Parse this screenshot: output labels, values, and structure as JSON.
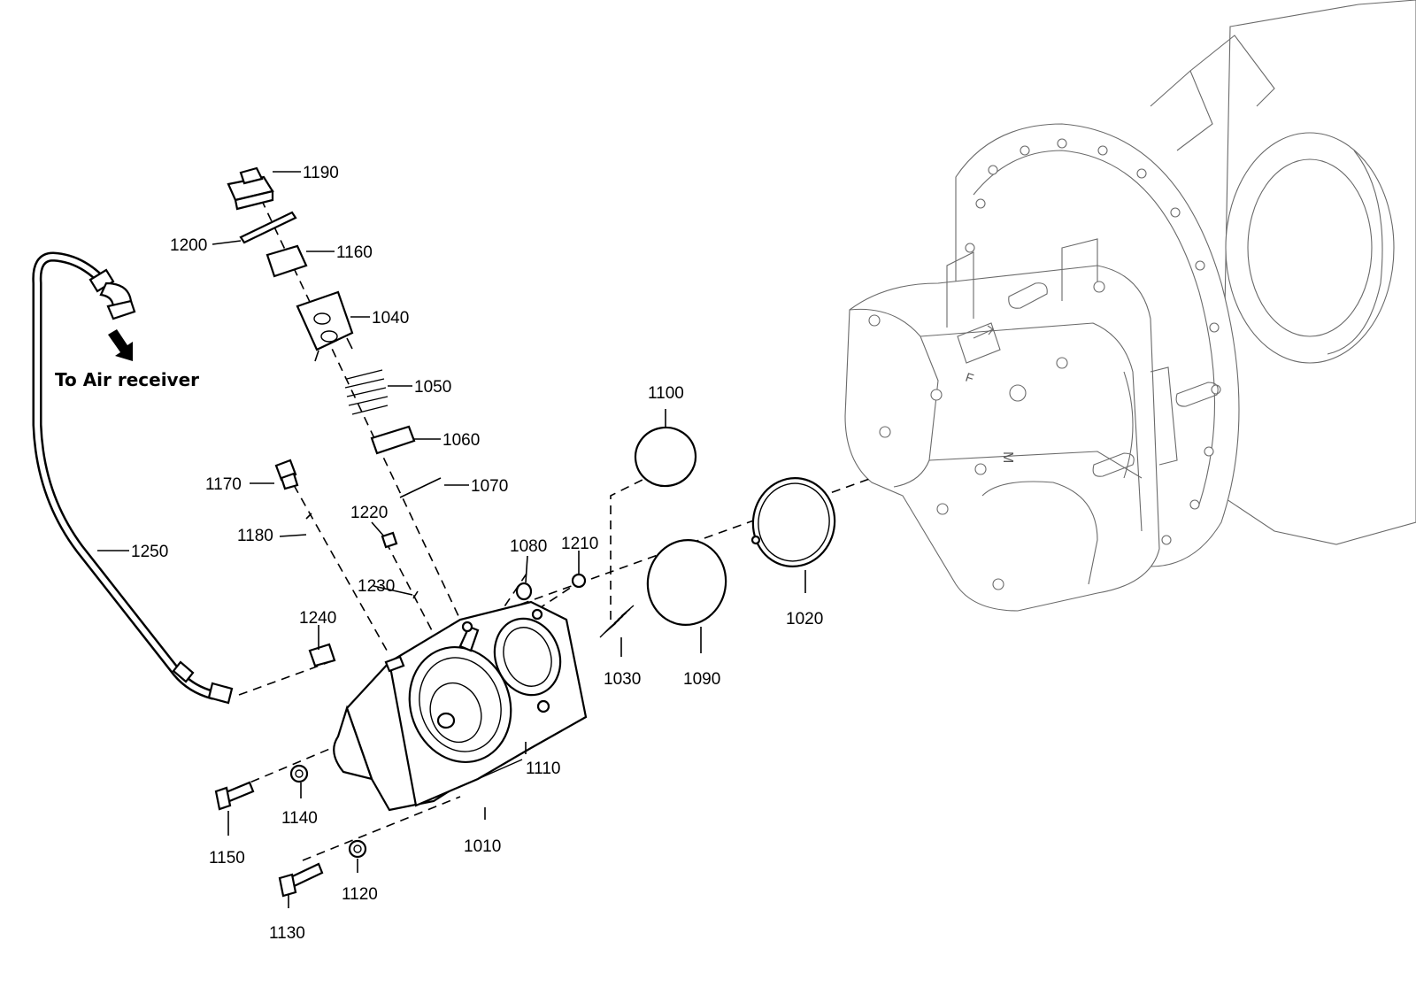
{
  "note": {
    "air_receiver": "To Air receiver"
  },
  "callouts": {
    "p1190": "1190",
    "p1200": "1200",
    "p1160": "1160",
    "p1040": "1040",
    "p1050": "1050",
    "p1060": "1060",
    "p1070": "1070",
    "p1170": "1170",
    "p1180": "1180",
    "p1220": "1220",
    "p1250": "1250",
    "p1230": "1230",
    "p1240": "1240",
    "p1080": "1080",
    "p1210": "1210",
    "p1100": "1100",
    "p1020": "1020",
    "p1030": "1030",
    "p1090": "1090",
    "p1110": "1110",
    "p1010": "1010",
    "p1140": "1140",
    "p1150": "1150",
    "p1120": "1120",
    "p1130": "1130"
  },
  "housing_marks": {
    "f": "F",
    "m": "M"
  },
  "icons": [
    "down-arrow-icon",
    "flow-arrow-icon"
  ]
}
